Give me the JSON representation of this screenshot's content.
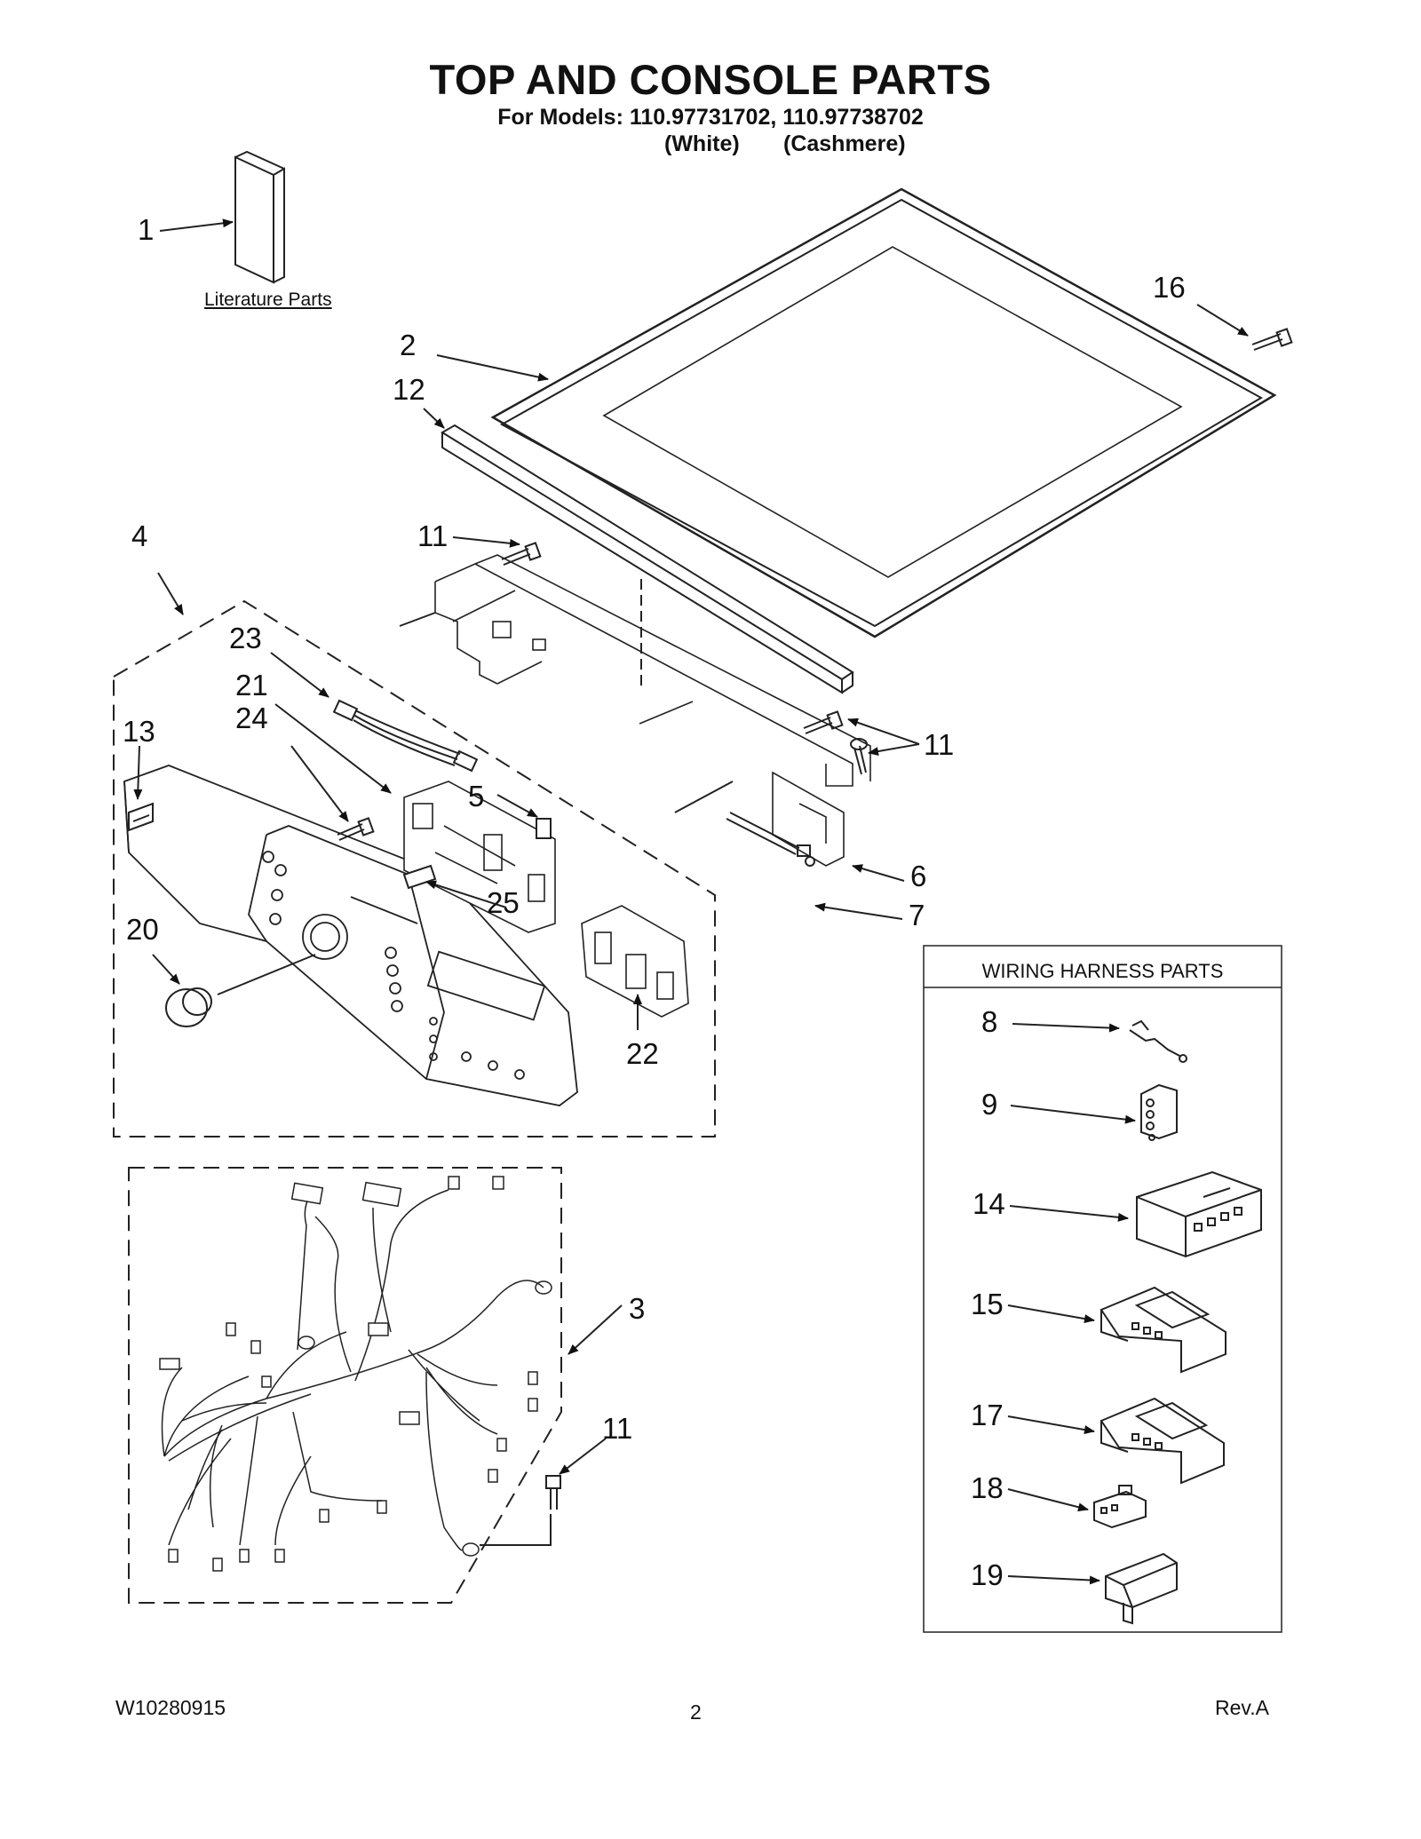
{
  "header": {
    "title": "TOP AND CONSOLE PARTS",
    "models_line": "For Models: 110.97731702, 110.97738702",
    "variant_white": "(White)",
    "variant_cashmere": "(Cashmere)"
  },
  "literature_label": "Literature Parts",
  "wiring_box_title": "WIRING HARNESS PARTS",
  "callouts": {
    "c1": "1",
    "c2": "2",
    "c3": "3",
    "c4": "4",
    "c5": "5",
    "c6": "6",
    "c7": "7",
    "c8": "8",
    "c9": "9",
    "c11a": "11",
    "c11b": "11",
    "c11c": "11",
    "c12": "12",
    "c13": "13",
    "c14": "14",
    "c15": "15",
    "c16": "16",
    "c17": "17",
    "c18": "18",
    "c19": "19",
    "c20": "20",
    "c21": "21",
    "c22": "22",
    "c23": "23",
    "c24": "24",
    "c25": "25"
  },
  "footer": {
    "doc_number": "W10280915",
    "page_number": "2",
    "revision": "Rev.A"
  }
}
